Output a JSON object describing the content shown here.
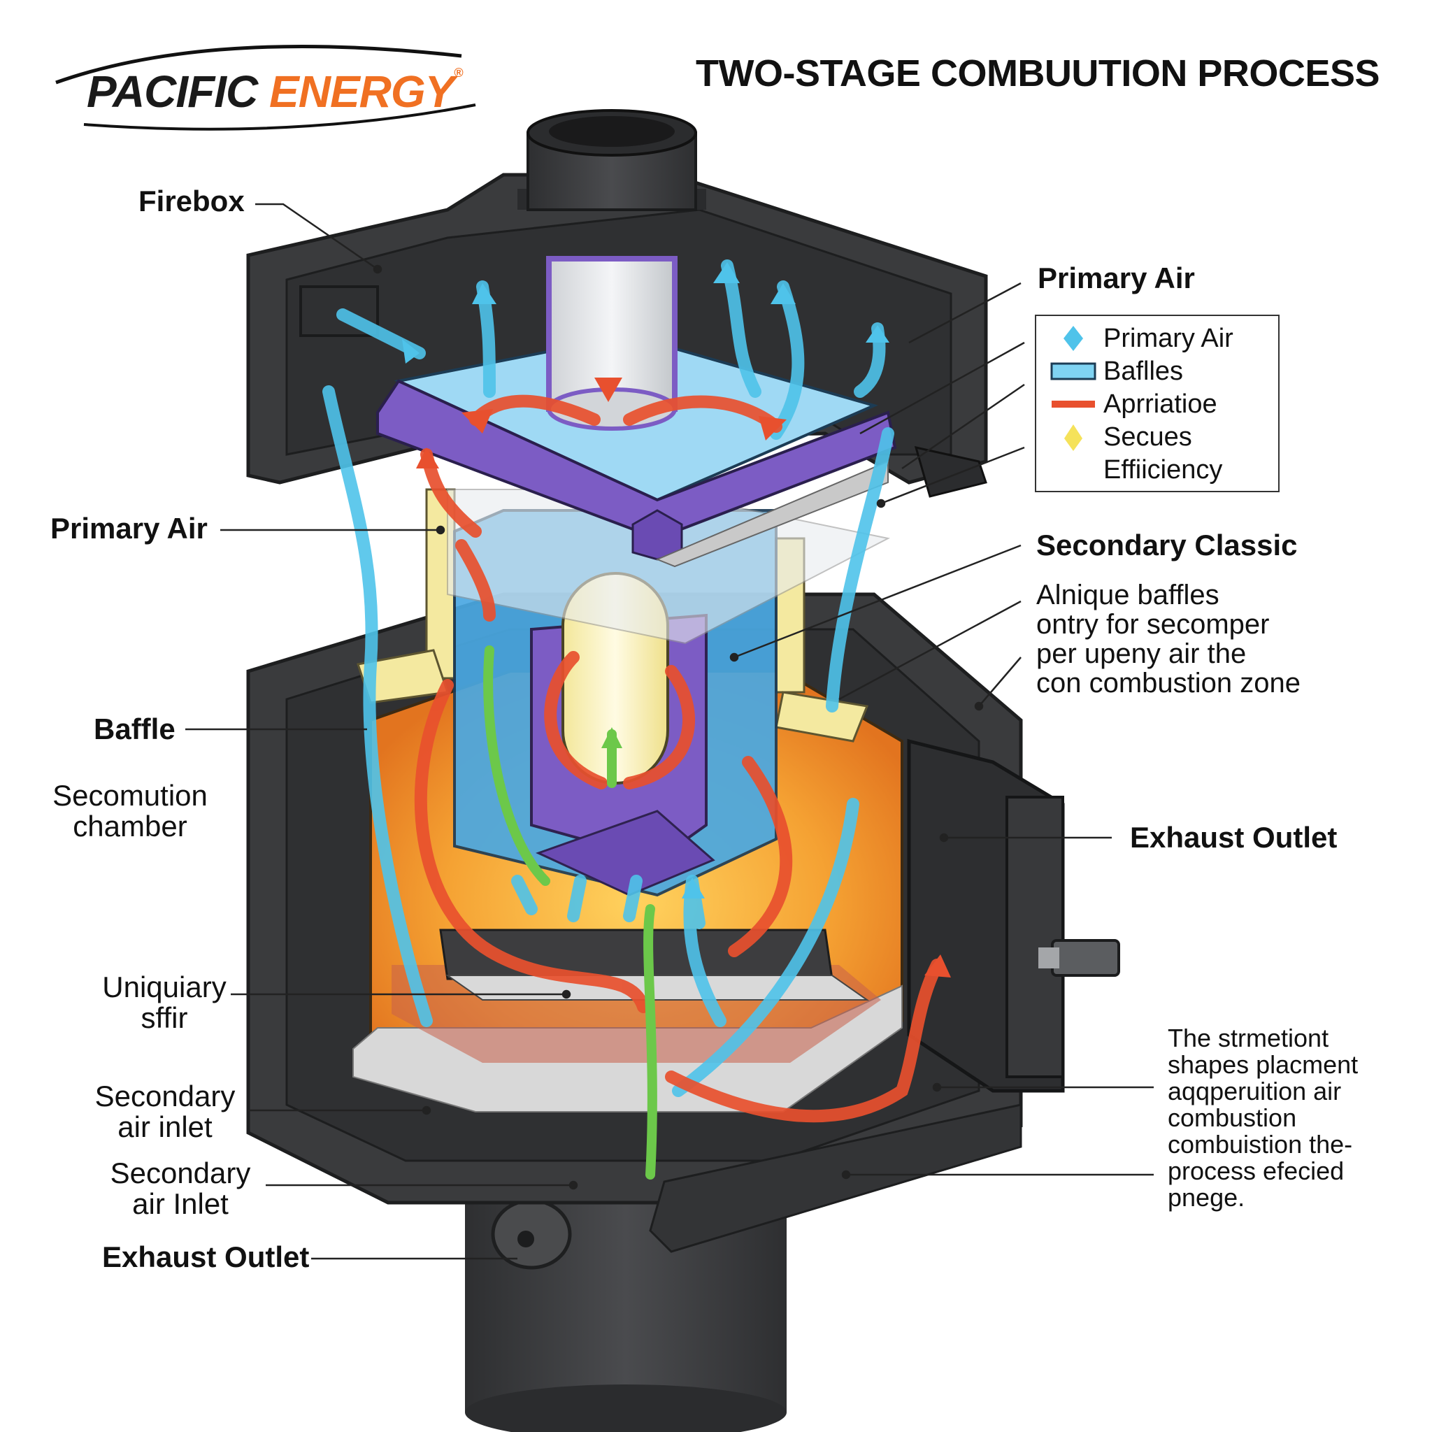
{
  "brand": {
    "part1": "PACIFIC ",
    "part2": "ENERGY",
    "reg": "®"
  },
  "title": "TWO-STAGE COMBUUTION PROCESS",
  "labels": {
    "firebox": "Firebox",
    "primary_air_top": "Primary Air",
    "primary_air_left": "Primary Air",
    "secondary_classic": "Secondary Classic",
    "baffle": "Baffle",
    "secomution_l1": "Secomution",
    "secomution_l2": "chamber",
    "exhaust_outlet_right": "Exhaust Outlet",
    "uniquiary_l1": "Uniquiary",
    "uniquiary_l2": "sffir",
    "secondary_inlet_1_l1": "Secondary",
    "secondary_inlet_1_l2": "air inlet",
    "secondary_inlet_2_l1": "Secondary",
    "secondary_inlet_2_l2": "air Inlet",
    "exhaust_outlet_bottom": "Exhaust Outlet"
  },
  "description": {
    "line1": "Alnique baffles",
    "line2": "ontry for secomper",
    "line3": "per upeny air the",
    "line4": "con combustion zone"
  },
  "note": {
    "line1": "The strmetiont",
    "line2": "shapes placment",
    "line3": "aqqperuition air",
    "line4": "combustion",
    "line5": "combuistion the-",
    "line6": "process efecied",
    "line7": "pnege."
  },
  "legend": {
    "items": [
      {
        "label": "Primary Air",
        "swatch": "diamond",
        "color": "#4fc3ea"
      },
      {
        "label": "Baflles",
        "swatch": "box",
        "color": "#7fd3f2"
      },
      {
        "label": "Aprriatioe",
        "swatch": "line",
        "color": "#e8502e"
      },
      {
        "label": "Secues",
        "swatch": "diamond",
        "color": "#f5e25a"
      },
      {
        "label": "Effiiciency",
        "swatch": "none",
        "color": ""
      }
    ]
  },
  "colors": {
    "stove_body": "#3a3b3d",
    "stove_dark": "#2a2b2d",
    "flue": "#3e3f41",
    "primary_air": "#4fc3ea",
    "hot_gas": "#e8502e",
    "secondary_air": "#6cc84a",
    "baffle": "#7c5cc4",
    "ember": "#f2972f",
    "firebrick": "#f4e9a0",
    "accent": "#f07022"
  }
}
